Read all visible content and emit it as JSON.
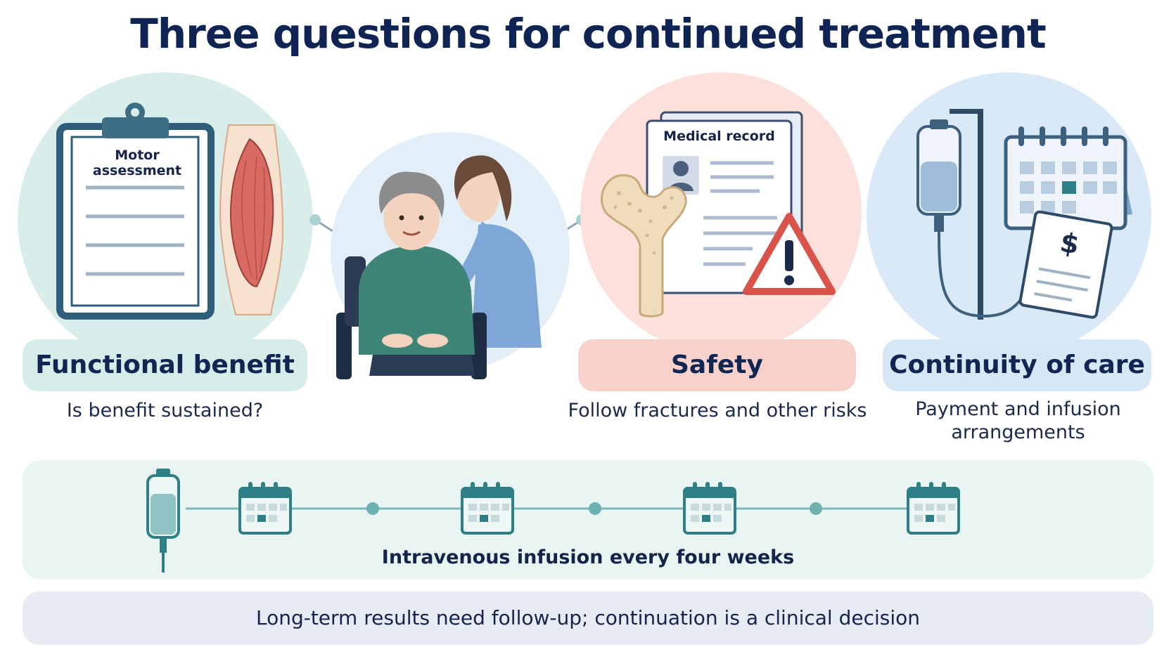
{
  "title": "Three questions for continued treatment",
  "panels": [
    {
      "heading": "Functional benefit",
      "question": "Is benefit sustained?",
      "card_label": "Motor assessment",
      "color": "#d6ece9"
    },
    {
      "heading": "Safety",
      "question": "Follow fractures and other risks",
      "card_label": "Medical record",
      "color": "#fbd9d4"
    },
    {
      "heading": "Continuity of care",
      "question_line1": "Payment and infusion",
      "question_line2": "arrangements",
      "color": "#d6e8f6"
    }
  ],
  "timeline": {
    "label": "Intravenous infusion every four weeks",
    "calendars": 4
  },
  "footer": {
    "text": "Long-term results need follow-up; continuation is a clinical decision"
  },
  "colors": {
    "navy": "#0f2452",
    "teal": "#2f7f86",
    "warning": "#d9534a"
  }
}
